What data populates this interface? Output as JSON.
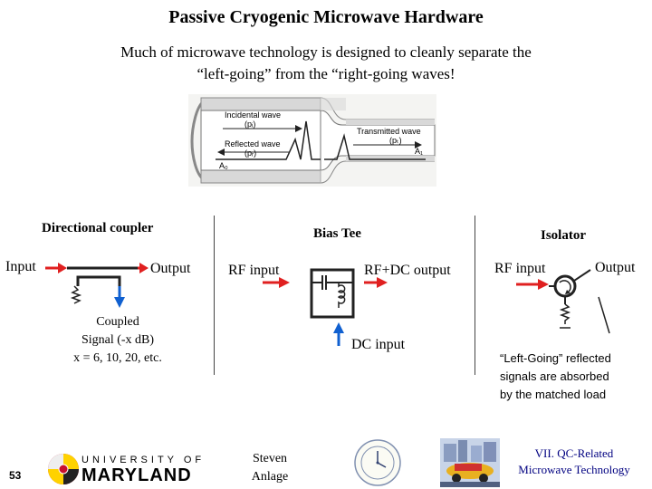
{
  "slide": {
    "title": "Passive Cryogenic Microwave Hardware",
    "subtitle_line1": "Much of microwave technology is designed to cleanly separate the",
    "subtitle_line2": "“left-going” from the “right-going waves!",
    "page_number": "53",
    "author_line1": "Steven",
    "author_line2": "Anlage",
    "footer_title_line1": "VII. QC-Related",
    "footer_title_line2": "Microwave Technology",
    "logo_text_top": "UNIVERSITY OF",
    "logo_text_bottom": "MARYLAND"
  },
  "waveguide": {
    "incident_label": "Incidental wave",
    "incident_sub": "(pᵢ)",
    "reflected_label": "Reflected wave",
    "reflected_sub": "(pᵣ)",
    "transmitted_label": "Transmitted wave",
    "transmitted_sub": "(pₜ)",
    "area0": "A₀",
    "area1": "A₁"
  },
  "coupler": {
    "title": "Directional coupler",
    "input": "Input",
    "output": "Output",
    "coupled_line1": "Coupled",
    "coupled_line2": "Signal (-x dB)",
    "coupled_line3": "x = 6, 10, 20, etc."
  },
  "bias_tee": {
    "title": "Bias Tee",
    "rf_input": "RF input",
    "rf_dc_output": "RF+DC output",
    "dc_input": "DC input"
  },
  "isolator": {
    "title": "Isolator",
    "rf_input": "RF input",
    "output": "Output",
    "note_line1": "“Left-Going” reflected",
    "note_line2": "signals are absorbed",
    "note_line3": "by the matched load"
  },
  "colors": {
    "arrow_red": "#e02020",
    "arrow_blue": "#1060d0",
    "footer_blue": "#000080",
    "maryland_red": "#c8102e",
    "maryland_gold": "#ffd200"
  }
}
